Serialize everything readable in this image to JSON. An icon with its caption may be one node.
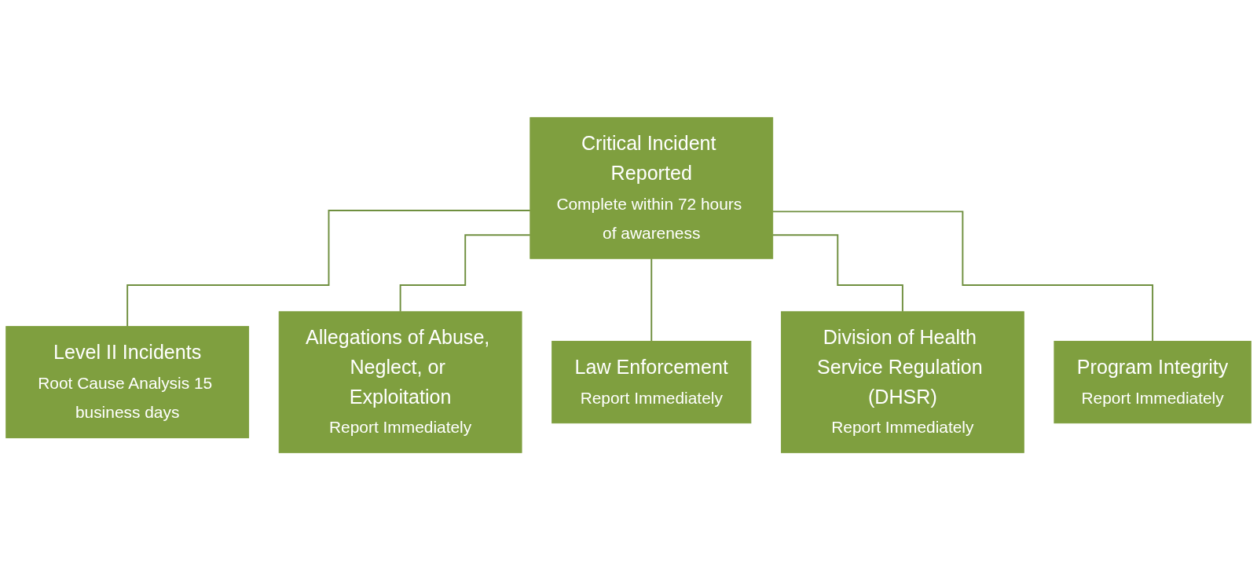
{
  "diagram": {
    "nodes": [
      {
        "text": [
          "Critical Incident Reported",
          "Complete within 72 hours of awareness"
        ]
      },
      {
        "text": [
          "Level II Incidents",
          "Root Cause Analysis 15 business days"
        ]
      },
      {
        "text": [
          "Allegations of Abuse, Neglect, or Exploitation",
          "Report Immediately"
        ]
      },
      {
        "text": [
          "Law Enforcement",
          "Report Immediately"
        ]
      },
      {
        "text": [
          "Division of Health Service Regulation (DHSR)",
          "Report Immediately"
        ]
      },
      {
        "text": [
          "Program Integrity",
          "Report Immediately"
        ]
      }
    ],
    "edges": [
      {
        "from": 0,
        "to": 1,
        "arrow": "none"
      },
      {
        "from": 0,
        "to": 2,
        "arrow": "none"
      },
      {
        "from": 0,
        "to": 3,
        "arrow": "none"
      },
      {
        "from": 0,
        "to": 4,
        "arrow": "none"
      },
      {
        "from": 0,
        "to": 5,
        "arrow": "none"
      }
    ]
  }
}
